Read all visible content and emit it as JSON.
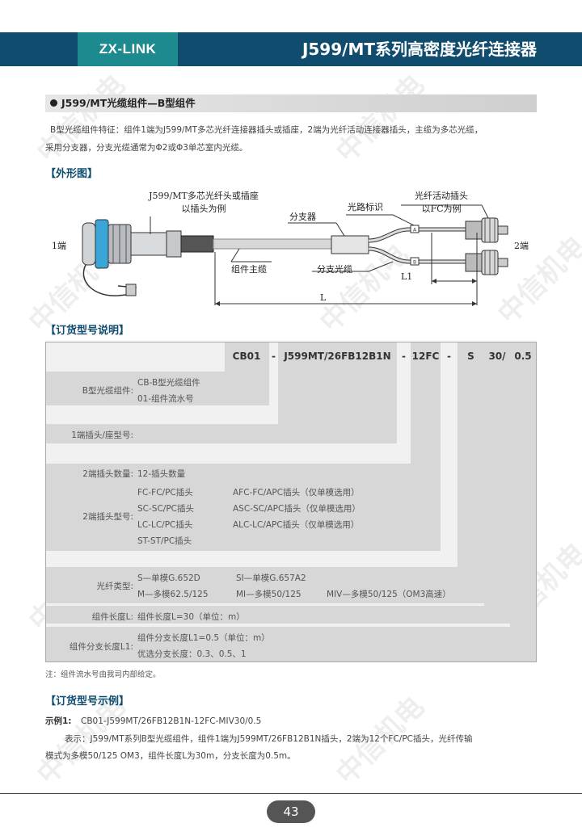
{
  "header": {
    "brand": "ZX-LINK",
    "title": "J599/MT系列高密度光纤连接器"
  },
  "section": {
    "title": "J599/MT光缆组件—B型组件"
  },
  "intro": {
    "line1": "B型光缆组件特征：组件1端为J599/MT多芯光纤连接器插头或插座，2端为光纤活动连接器插头，主缆为多芯光缆，",
    "line2": "采用分支器，分支光缆通常为Φ2或Φ3单芯室内光缆。"
  },
  "outline": {
    "heading": "【外形图】",
    "callout_connector_1": "J599/MT多芯光纤头或插座",
    "callout_connector_2": "以插头为例",
    "callout_splitter": "分支器",
    "callout_path_label": "光路标识",
    "callout_fiber_plug_1": "光纤活动插头",
    "callout_fiber_plug_2": "以FC为例",
    "end1": "1端",
    "end2": "2端",
    "callout_main_cable": "组件主缆",
    "callout_branch_cable": "分支光缆",
    "dim_l1": "L1",
    "dim_l": "L",
    "tag_a": "A",
    "tag_b": "B"
  },
  "order_spec": {
    "heading": "【订货型号说明】",
    "codes": [
      "CB01",
      "-",
      "J599MT/26FB12B1N",
      "-",
      "12FC",
      "-",
      "S",
      "30/",
      "0.5"
    ],
    "rows": [
      {
        "label": "B型光缆组件:",
        "values": [
          "CB-B型光缆组件",
          "01-组件流水号"
        ]
      },
      {
        "label": "1端插头/座型号:",
        "values": []
      },
      {
        "label": "2端插头数量:",
        "values": [
          "12-插头数量"
        ]
      },
      {
        "label": "2端插头型号:",
        "values_left": [
          "FC-FC/PC插头",
          "SC-SC/PC插头",
          "LC-LC/PC插头",
          "ST-ST/PC插头"
        ],
        "values_right": [
          "AFC-FC/APC插头（仅单模选用）",
          "ASC-SC/APC插头（仅单模选用）",
          "ALC-LC/APC插头（仅单模选用）"
        ]
      },
      {
        "label": "光纤类型:",
        "line1": [
          "S—单模G.652D",
          "SI—单模G.657A2"
        ],
        "line2": [
          "M—多模62.5/125",
          "MI—多模50/125",
          "MIV—多模50/125（OM3高速）"
        ]
      },
      {
        "label": "组件长度L:",
        "values": [
          "组件长度L=30（单位：m）"
        ]
      },
      {
        "label": "组件分支长度L1:",
        "values": [
          "组件分支长度L1=0.5（单位：m）",
          "优选分支长度：0.3、0.5、1"
        ]
      }
    ],
    "note": "注：组件流水号由我司内部给定。"
  },
  "example": {
    "heading": "【订货型号示例】",
    "label": "示例1:",
    "code": "CB01-J599MT/26FB12B1N-12FC-MIV30/0.5",
    "desc1": "表示：J599/MT系列B型光缆组件，组件1端为J599MT/26FB12B1N插头，2端为12个FC/PC插头，光纤传输",
    "desc2": "模式为多模50/125 OM3，组件长度L为30m，分支长度为0.5m。"
  },
  "footer": {
    "page": "43"
  },
  "watermark": "中信机电",
  "colors": {
    "header_bg": "#0f4c6e",
    "brand_bg": "#1c8a8f",
    "accent_heading": "#0f4c6e",
    "cable_blue": "#3aa6d8"
  }
}
